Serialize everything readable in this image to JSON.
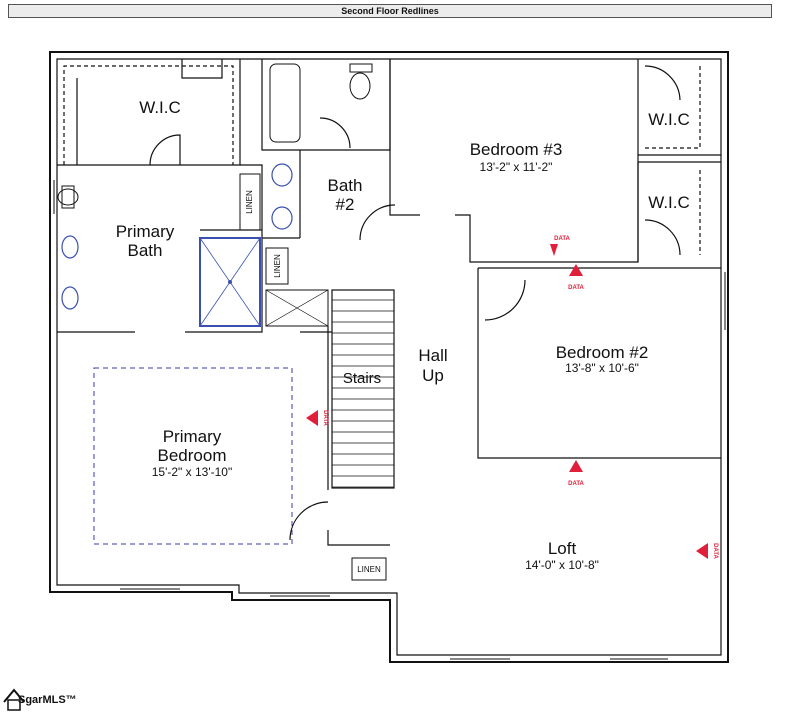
{
  "header": {
    "title": "Second Floor Redlines"
  },
  "rooms": {
    "wic_primary": {
      "name": "W.I.C"
    },
    "primary_bath": {
      "name_line1": "Primary",
      "name_line2": "Bath"
    },
    "bath2": {
      "name_line1": "Bath",
      "name_line2": "#2"
    },
    "bedroom3": {
      "name": "Bedroom #3",
      "dims": "13'-2\" x 11'-2\""
    },
    "wic_right_top": {
      "name": "W.I.C"
    },
    "wic_right_mid": {
      "name": "W.I.C"
    },
    "bedroom2": {
      "name": "Bedroom #2",
      "dims": "13'-8\" x 10'-6\""
    },
    "hall": {
      "name_line1": "Hall",
      "name_line2": "Up"
    },
    "stairs": {
      "name": "Stairs"
    },
    "primary_bedroom": {
      "name_line1": "Primary",
      "name_line2": "Bedroom",
      "dims": "15'-2\" x 13'-10\""
    },
    "loft": {
      "name": "Loft",
      "dims": "14'-0\" x 10'-8\""
    }
  },
  "linen_labels": {
    "linen1": "LINEN",
    "linen2": "LINEN",
    "linen3": "LINEN"
  },
  "markers": {
    "marker_label": "DATA",
    "marker_color": "#e0203a"
  },
  "footer": {
    "logo_text": "SgarMLS™",
    "logo_icon": "house-icon"
  }
}
